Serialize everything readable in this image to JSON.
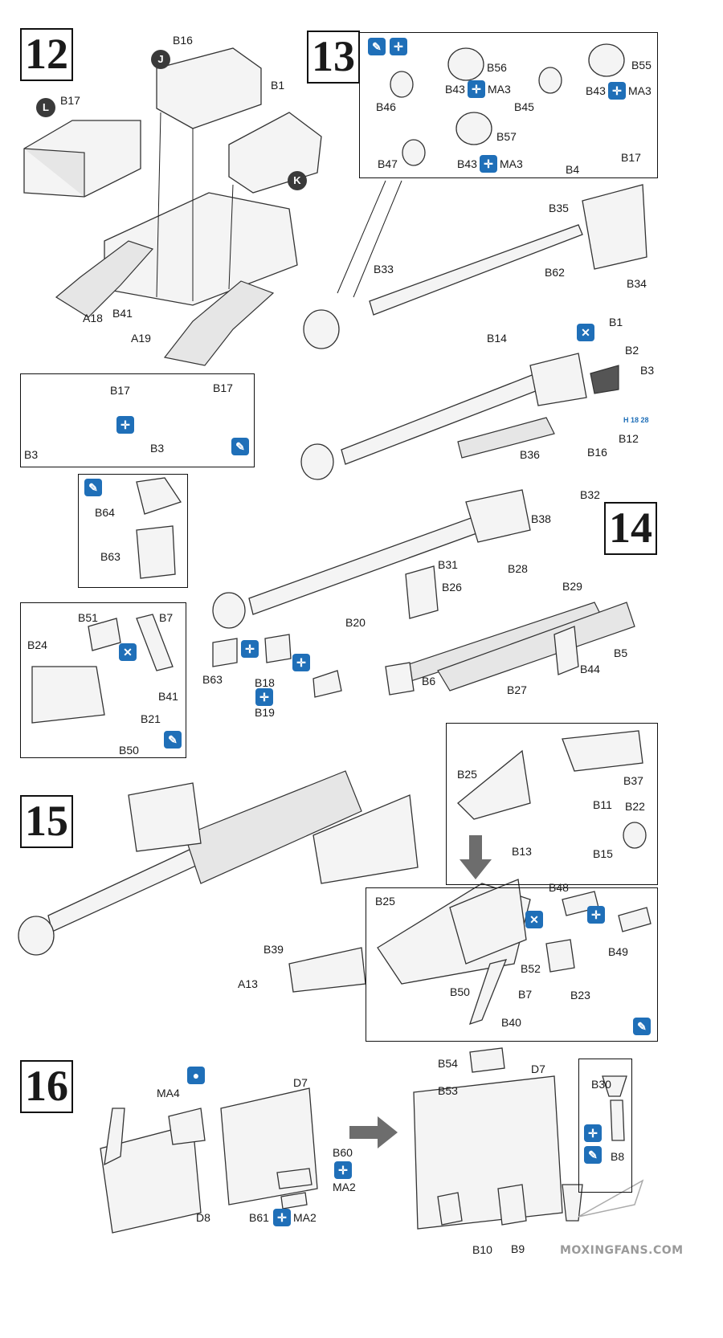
{
  "steps": {
    "s12": "12",
    "s13": "13",
    "s14": "14",
    "s15": "15",
    "s16": "16"
  },
  "badges": {
    "j": "J",
    "l": "L",
    "k": "K"
  },
  "labels": {
    "step12": [
      "B16",
      "B1",
      "B17",
      "A18",
      "B41",
      "A19"
    ],
    "step13": [
      "B56",
      "B55",
      "B43",
      "MA3",
      "B43",
      "MA3",
      "B46",
      "B45",
      "B57",
      "B47",
      "B43",
      "MA3",
      "B4",
      "B17",
      "B35",
      "B62",
      "B33",
      "B34",
      "B14",
      "B1",
      "B2",
      "B3",
      "B12",
      "B16",
      "B36",
      "B17",
      "B17",
      "B3",
      "B3"
    ],
    "step14": [
      "B64",
      "B63",
      "B32",
      "B38",
      "B31",
      "B28",
      "B26",
      "B29",
      "B20",
      "B5",
      "B44",
      "B63",
      "B18",
      "B19",
      "B6",
      "B27"
    ],
    "step15": [
      "B51",
      "B7",
      "B24",
      "B41",
      "B21",
      "B50",
      "B25",
      "B37",
      "B11",
      "B22",
      "B13",
      "B15",
      "B48",
      "B25",
      "B49",
      "B52",
      "B23",
      "B50",
      "B7",
      "B40",
      "B39",
      "A13"
    ],
    "step16": [
      "MA4",
      "D7",
      "B60",
      "MA2",
      "D8",
      "B61",
      "MA2",
      "B54",
      "B53",
      "D7",
      "B30",
      "B8",
      "B10",
      "B9"
    ]
  },
  "ref_tag": "H 18 28",
  "watermark": "MOXINGFANS.COM",
  "icons": {
    "glue": "glue-brush-icon",
    "paint": "paint-icon",
    "cement": "cement-icon",
    "remove": "remove-icon",
    "water": "water-drop-icon"
  },
  "colors": {
    "icon_blue": "#1f6fb8",
    "badge_dark": "#3a3a3a"
  }
}
